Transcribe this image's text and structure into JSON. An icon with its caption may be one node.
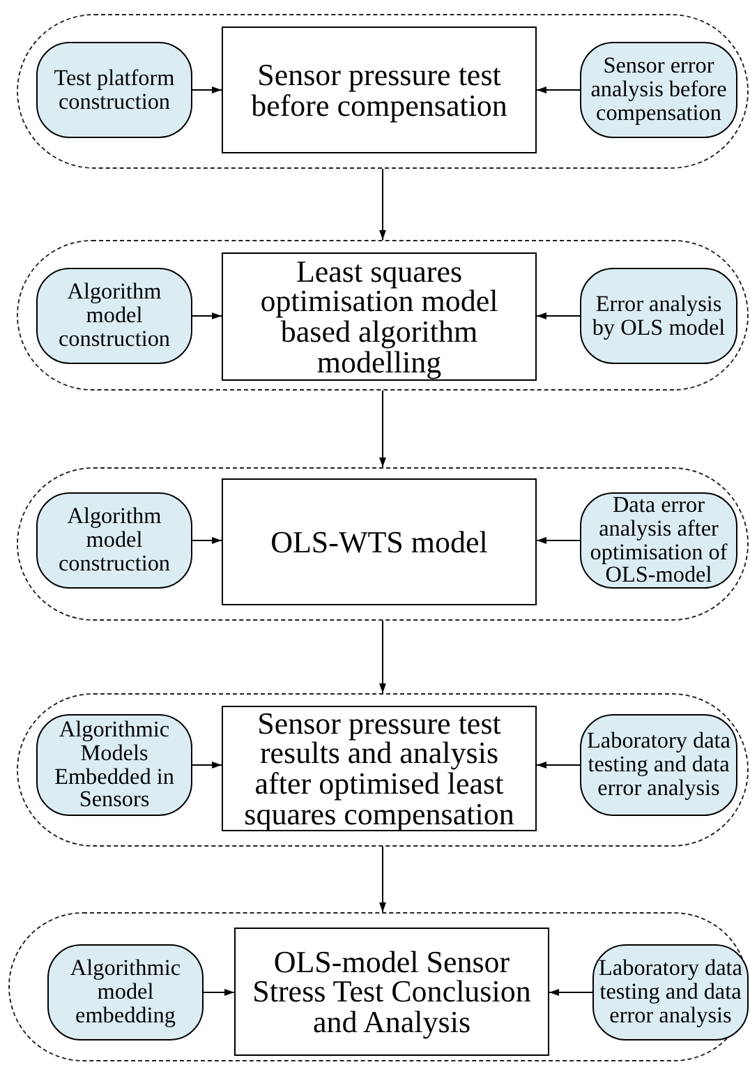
{
  "diagram": {
    "nodes": [
      {
        "text": [],
        "shape": "box"
      },
      {
        "text": [
          "Test platform construction"
        ],
        "in": 0
      },
      {
        "text": [
          "Sensor pressure test before compensation"
        ],
        "in": 0
      },
      {
        "text": [
          "Sensor error analysis before compensation"
        ],
        "in": 0
      },
      {
        "text": [],
        "shape": "box"
      },
      {
        "text": [
          "Algorithm model construction"
        ],
        "in": 4
      },
      {
        "text": [
          "Least squares optimisation model based algorithm modelling"
        ],
        "in": 4
      },
      {
        "text": [
          "Error analysis by OLS model"
        ],
        "in": 4
      },
      {
        "text": [],
        "shape": "box"
      },
      {
        "text": [
          "Algorithm model construction"
        ],
        "in": 8
      },
      {
        "text": [
          "OLS-WTS model"
        ],
        "in": 8
      },
      {
        "text": [
          "Data error analysis after optimisation of OLS-model"
        ],
        "in": 8
      },
      {
        "text": [],
        "shape": "box"
      },
      {
        "text": [
          "Algorithmic Models Embedded in Sensors"
        ],
        "in": 12
      },
      {
        "text": [
          "Sensor pressure test results and analysis after optimised least squares compensation"
        ],
        "in": 12
      },
      {
        "text": [
          "Laboratory data testing and data error analysis"
        ],
        "in": 12
      },
      {
        "text": [],
        "shape": "box"
      },
      {
        "text": [
          "Algorithmic model embedding"
        ],
        "in": 16
      },
      {
        "text": [
          "OLS-model Sensor Stress Test Conclusion and Analysis"
        ],
        "in": 16
      },
      {
        "text": [
          "Laboratory data testing and data error analysis"
        ],
        "in": 16
      }
    ],
    "edges": [
      {
        "from": 1,
        "to": 2,
        "arrow": "to"
      },
      {
        "from": 3,
        "to": 2,
        "arrow": "to"
      },
      {
        "from": 0,
        "to": 4,
        "arrow": "to"
      },
      {
        "from": 5,
        "to": 6,
        "arrow": "to"
      },
      {
        "from": 7,
        "to": 6,
        "arrow": "to"
      },
      {
        "from": 4,
        "to": 8,
        "arrow": "to"
      },
      {
        "from": 9,
        "to": 10,
        "arrow": "to"
      },
      {
        "from": 11,
        "to": 10,
        "arrow": "to"
      },
      {
        "from": 8,
        "to": 12,
        "arrow": "to"
      },
      {
        "from": 13,
        "to": 14,
        "arrow": "to"
      },
      {
        "from": 15,
        "to": 14,
        "arrow": "to"
      },
      {
        "from": 12,
        "to": 16,
        "arrow": "to"
      },
      {
        "from": 17,
        "to": 18,
        "arrow": "to"
      },
      {
        "from": 19,
        "to": 18,
        "arrow": "to"
      }
    ]
  }
}
